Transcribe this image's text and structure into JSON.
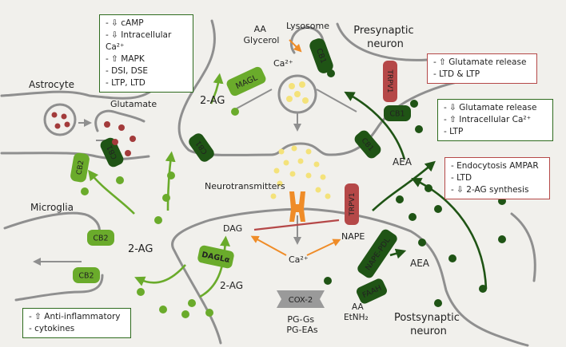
{
  "colors": {
    "dark_green": "#1f5415",
    "light_green": "#6aab2b",
    "orange": "#ef8c28",
    "yellow": "#f4e27a",
    "red_dot": "#a33b3b",
    "membrane": "#8f8f8f",
    "background": "#f1f0ec",
    "box_green": "#2e6b1e",
    "box_red": "#b54848"
  },
  "labels": {
    "lysosome": "Lysosome",
    "presynaptic_neuron": "Presynaptic\nneuron",
    "astrocyte": "Astrocyte",
    "glutamate": "Glutamate",
    "aa_glycerol": "AA\nGlycerol",
    "ca_lysosome": "Ca²⁺",
    "two_ag_upper": "2-AG",
    "neurotransmitters": "Neurotransmitters",
    "microglia": "Microglia",
    "two_ag_mid": "2-AG",
    "dag": "DAG",
    "nape": "NAPE",
    "ca_post": "Ca²⁺",
    "two_ag_lower": "2-AG",
    "aea_right": "AEA",
    "aea_post": "AEA",
    "aa_etnh2": "AA\nEtNH₂",
    "pg": "PG-Gs\nPG-EAs",
    "postsynaptic_neuron": "Postsynaptic\nneuron"
  },
  "receptors": {
    "cb1_lysosome": "CB1",
    "magl": "MAGL",
    "cb1_astro": "CB1",
    "cb2_astro": "CB2",
    "cb1_pre_left": "CB1",
    "trpv1_pre": "TRPV1",
    "cb1_pre_right_1": "CB1",
    "cb1_pre_right_2": "CB1",
    "cb2_micro_1": "CB2",
    "cb2_micro_2": "CB2",
    "dagl": "DAGLα",
    "cox2": "COX-2",
    "trpv1_post": "TRPV1",
    "nape_pld": "NAPE-PDL",
    "faah": "FAAH"
  },
  "boxes": {
    "top_left": [
      "⇩ cAMP",
      "⇩ Intracellular Ca²⁺",
      "⇧ MAPK",
      "DSI, DSE",
      "LTP, LTD"
    ],
    "top_right": [
      "⇧ Glutamate release",
      "LTD & LTP"
    ],
    "mid_right": [
      "⇩ Glutamate release",
      "⇧ Intracellular Ca²⁺",
      "LTP"
    ],
    "lower_right": [
      "Endocytosis AMPAR",
      "LTD",
      "⇩ 2-AG synthesis"
    ],
    "bottom_left": [
      "⇧ Anti-inflammatory",
      "cytokines"
    ]
  }
}
